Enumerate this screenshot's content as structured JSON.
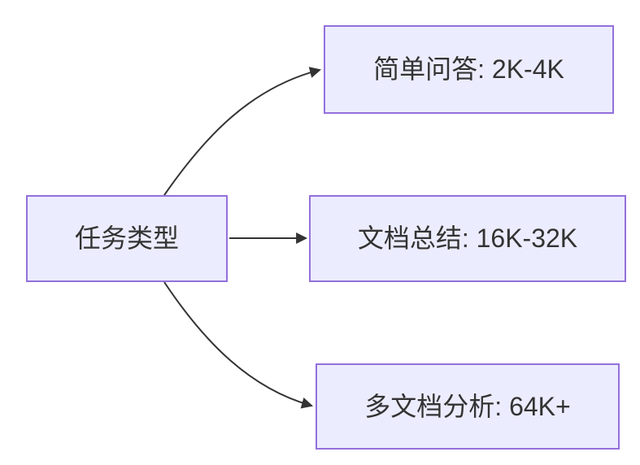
{
  "diagram": {
    "type": "flowchart-left-to-right",
    "root": {
      "label": "任务类型"
    },
    "branches": [
      {
        "id": "simple",
        "label": "简单问答: 2K-4K"
      },
      {
        "id": "summary",
        "label": "文档总结: 16K-32K"
      },
      {
        "id": "multi",
        "label": "多文档分析: 64K+"
      }
    ],
    "edges": [
      {
        "from": "任务类型",
        "to": "简单问答: 2K-4K"
      },
      {
        "from": "任务类型",
        "to": "文档总结: 16K-32K"
      },
      {
        "from": "任务类型",
        "to": "多文档分析: 64K+"
      }
    ],
    "colors": {
      "background": "#FFFFFF",
      "node_fill": "#ECECFF",
      "node_border": "#9370DB",
      "edge": "#333333",
      "text": "#333333"
    }
  }
}
